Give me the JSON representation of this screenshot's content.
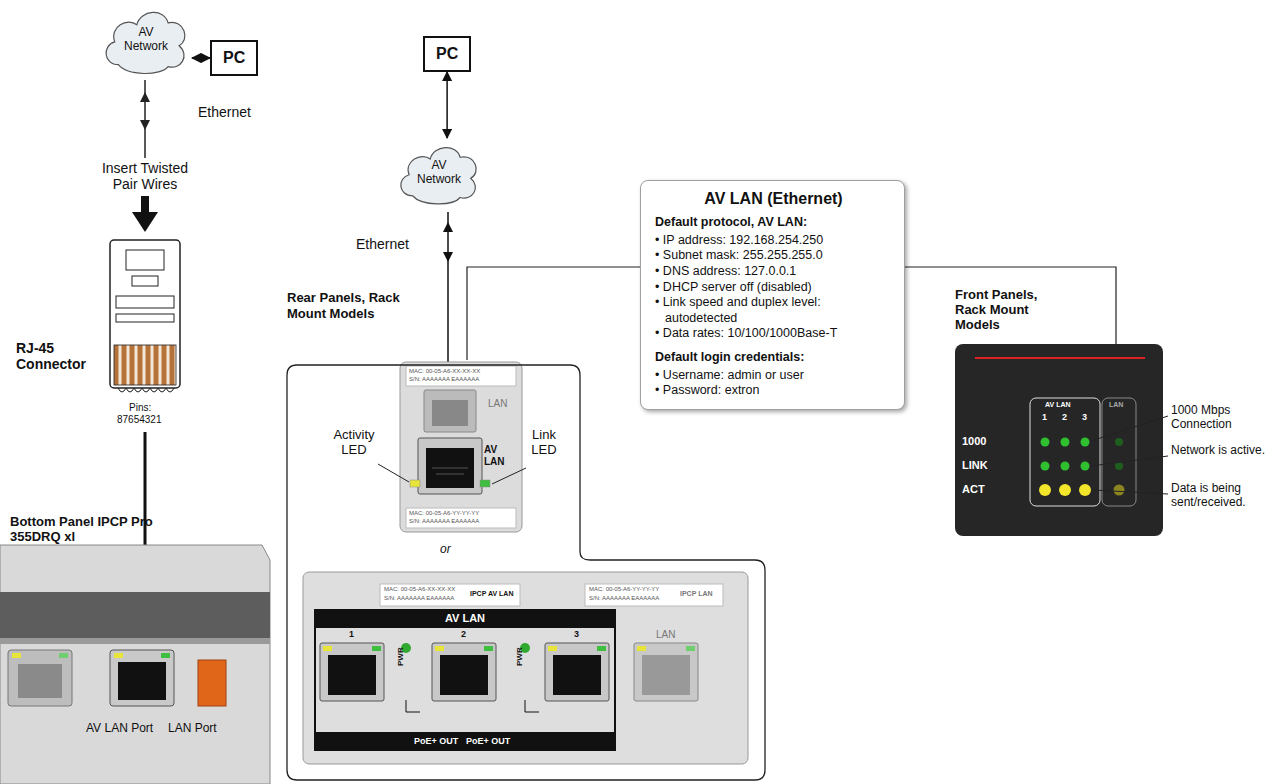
{
  "diagram": {
    "nodes": [
      {
        "text": [
          "AV Network"
        ]
      },
      {
        "text": [
          "PC"
        ]
      },
      {
        "text": [
          "PC"
        ]
      },
      {
        "text": [
          "AV Network"
        ]
      },
      {
        "text": [
          "Rear Panels, Rack Mount Models"
        ]
      },
      {
        "text": [
          "AV LAN (Ethernet)",
          "Default protocol, AV LAN:",
          "• IP address: 192.168.254.250",
          "• Subnet mask: 255.255.255.0",
          "• DNS address: 127.0.0.1",
          "• DHCP server off (disabled)",
          "• Link speed and duplex level: autodetected",
          "• Data rates: 10/100/1000Base-T",
          "Default login credentials:",
          "• Username: admin or user",
          "• Password: extron"
        ]
      }
    ],
    "edges": [
      {
        "from": 0,
        "to": 1,
        "arrow": "both"
      },
      {
        "from": 2,
        "to": 3,
        "arrow": "both"
      }
    ],
    "labels": [
      "Ethernet",
      "Insert Twisted Pair Wires",
      "RJ-45 Connector",
      "Pins:",
      "87654321",
      "Bottom Panel IPCP Pro 355DRQ xl",
      "AV LAN Port",
      "LAN Port",
      "Ethernet",
      "MAC: 00-05-A6-XX-XX-XX",
      "S/N: AAAAAAA EAAAAAA",
      "LAN",
      "Activity LED",
      "AV LAN",
      "Link LED",
      "MAC: 00-05-A6-YY-YY-YY",
      "S/N: AAAAAAA EAAAAAA",
      "or",
      "MAC: 00-05-A6-XX-XX-XX",
      "S/N: AAAAAAA EAAAAAA",
      "IPCP AV LAN",
      "MAC: 00-05-A6-YY-YY-YY",
      "S/N: AAAAAAA EAAAAAA",
      "IPCP LAN",
      "AV LAN",
      "1",
      "PWR",
      "2",
      "PWR",
      "3",
      "LAN",
      "PoE+ OUT",
      "PoE+ OUT",
      "Front Panels, Rack Mount Models",
      "AV LAN",
      "LAN",
      "1",
      "2",
      "3",
      "1000",
      "LINK",
      "ACT",
      "1000 Mbps Connection",
      "Network is active.",
      "Data is being sent/received."
    ]
  }
}
